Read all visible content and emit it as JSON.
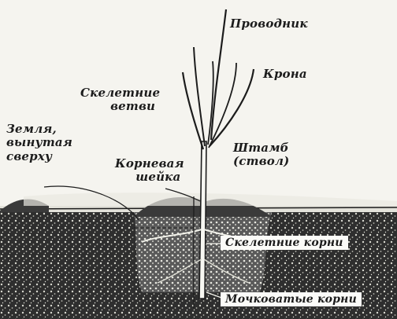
{
  "labels": {
    "leader": "Проводник",
    "crown": "Крона",
    "skeletal_branches_1": "Скелетние",
    "skeletal_branches_2": "ветви",
    "soil_1": "Земля,",
    "soil_2": "вынутая",
    "soil_3": "сверху",
    "root_collar_1": "Корневая",
    "root_collar_2": "шейка",
    "trunk_1": "Штамб",
    "trunk_2": "(ствол)",
    "skeletal_roots": "Скелетние корни",
    "fibrous_roots": "Мочковатые корни"
  },
  "colors": {
    "ink": "#1c1c1c",
    "paper": "#f5f4ef",
    "soil_dark": "#2b2b2b"
  }
}
